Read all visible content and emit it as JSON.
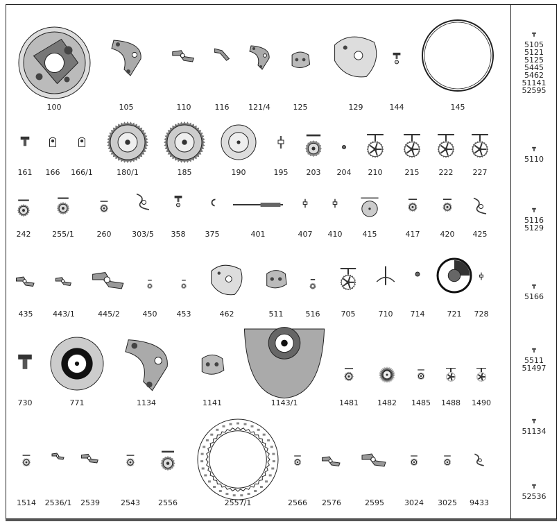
{
  "parts": [
    {
      "number": "100",
      "icon": "movement-base-plate"
    },
    {
      "number": "105",
      "icon": "bridge"
    },
    {
      "number": "110",
      "icon": "lever"
    },
    {
      "number": "116",
      "icon": "small-lever"
    },
    {
      "number": "121/4",
      "icon": "bridge"
    },
    {
      "number": "125",
      "icon": "small-plate"
    },
    {
      "number": "129",
      "icon": "plate"
    },
    {
      "number": "144",
      "icon": "screw-jewel"
    },
    {
      "number": "145",
      "icon": "ring"
    },
    {
      "number": "161",
      "icon": "screw"
    },
    {
      "number": "166",
      "icon": "block"
    },
    {
      "number": "166/1",
      "icon": "block"
    },
    {
      "number": "180/1",
      "icon": "gear-wheel"
    },
    {
      "number": "185",
      "icon": "gear-wheel"
    },
    {
      "number": "190",
      "icon": "disc"
    },
    {
      "number": "195",
      "icon": "pinion"
    },
    {
      "number": "203",
      "icon": "wheel-with-arbor"
    },
    {
      "number": "204",
      "icon": "jewel"
    },
    {
      "number": "210",
      "icon": "spoked-wheel"
    },
    {
      "number": "215",
      "icon": "spoked-wheel"
    },
    {
      "number": "222",
      "icon": "spoked-wheel"
    },
    {
      "number": "227",
      "icon": "spoked-wheel"
    },
    {
      "number": "242",
      "icon": "wheel-with-arbor"
    },
    {
      "number": "255/1",
      "icon": "wheel-with-arbor"
    },
    {
      "number": "260",
      "icon": "wheel-with-arbor"
    },
    {
      "number": "303/5",
      "icon": "spring"
    },
    {
      "number": "358",
      "icon": "screw-jewel"
    },
    {
      "number": "375",
      "icon": "clip"
    },
    {
      "number": "401",
      "icon": "stem"
    },
    {
      "number": "407",
      "icon": "pinion"
    },
    {
      "number": "410",
      "icon": "pinion"
    },
    {
      "number": "415",
      "icon": "disc-with-arbor"
    },
    {
      "number": "417",
      "icon": "wheel-with-arbor"
    },
    {
      "number": "420",
      "icon": "wheel-with-arbor"
    },
    {
      "number": "425",
      "icon": "spring"
    },
    {
      "number": "435",
      "icon": "lever"
    },
    {
      "number": "443/1",
      "icon": "lever"
    },
    {
      "number": "445/2",
      "icon": "lever"
    },
    {
      "number": "450",
      "icon": "small-wheel"
    },
    {
      "number": "453",
      "icon": "small-wheel"
    },
    {
      "number": "462",
      "icon": "plate"
    },
    {
      "number": "511",
      "icon": "small-plate"
    },
    {
      "number": "516",
      "icon": "small-wheel"
    },
    {
      "number": "705",
      "icon": "spoked-wheel"
    },
    {
      "number": "710",
      "icon": "balance-staff"
    },
    {
      "number": "714",
      "icon": "jewel"
    },
    {
      "number": "721",
      "icon": "balance-wheel"
    },
    {
      "number": "728",
      "icon": "pinion"
    },
    {
      "number": "730",
      "icon": "screw"
    },
    {
      "number": "771",
      "icon": "balance-disc"
    },
    {
      "number": "1134",
      "icon": "bridge"
    },
    {
      "number": "1141",
      "icon": "small-plate"
    },
    {
      "number": "1143/1",
      "icon": "rotor"
    },
    {
      "number": "1481",
      "icon": "wheel-with-arbor"
    },
    {
      "number": "1482",
      "icon": "gear-wheel"
    },
    {
      "number": "1485",
      "icon": "wheel-with-arbor"
    },
    {
      "number": "1488",
      "icon": "spoked-wheel"
    },
    {
      "number": "1490",
      "icon": "spoked-wheel"
    },
    {
      "number": "1514",
      "icon": "wheel-with-arbor"
    },
    {
      "number": "2536/1",
      "icon": "lever"
    },
    {
      "number": "2539",
      "icon": "lever"
    },
    {
      "number": "2543",
      "icon": "wheel-with-arbor"
    },
    {
      "number": "2556",
      "icon": "wheel-with-arbor"
    },
    {
      "number": "2557/1",
      "icon": "date-ring"
    },
    {
      "number": "2566",
      "icon": "wheel-with-arbor"
    },
    {
      "number": "2576",
      "icon": "lever"
    },
    {
      "number": "2595",
      "icon": "lever"
    },
    {
      "number": "3024",
      "icon": "wheel-with-arbor"
    },
    {
      "number": "3025",
      "icon": "wheel-with-arbor"
    },
    {
      "number": "9433",
      "icon": "spring"
    }
  ],
  "side_parts": [
    {
      "numbers": [
        "5105",
        "5121",
        "5125",
        "5445",
        "5462",
        "51141",
        "52595"
      ],
      "icon": "screw"
    },
    {
      "numbers": [
        "5110"
      ],
      "icon": "screw"
    },
    {
      "numbers": [
        "5116",
        "5129"
      ],
      "icon": "screw"
    },
    {
      "numbers": [
        "5166"
      ],
      "icon": "screw"
    },
    {
      "numbers": [
        "5511",
        "51497"
      ],
      "icon": "screw"
    },
    {
      "numbers": [
        "51134"
      ],
      "icon": "screw"
    },
    {
      "numbers": [
        "52536"
      ],
      "icon": "screw"
    }
  ]
}
